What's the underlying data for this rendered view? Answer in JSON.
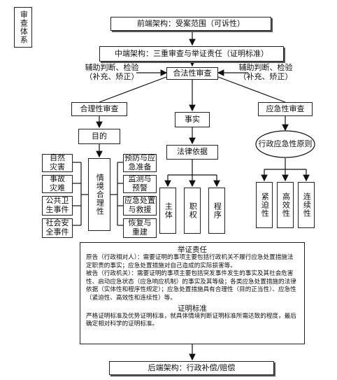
{
  "side_label": "审查体系",
  "front": "前端架构：受案范围（可诉性）",
  "middle": "中端架构：三重审查与举证责任（证明标准）",
  "aux_left": "辅助判断、检验\n（补充、矫正）",
  "aux_right": "辅助判断、检验\n（补充、矫正）",
  "legality": "合法性审查",
  "rationality": "合理性审查",
  "emergency_review": "应急性审查",
  "purpose": "目的",
  "situation": "情境合理性",
  "left_items": [
    "自然\n灾害",
    "事故\n灾难",
    "公共卫\n生事件",
    "社会安\n全事件"
  ],
  "right_items": [
    "预防与应\n急准备",
    "监测与\n预警",
    "应急处置\n与救援",
    "恢复与\n重建"
  ],
  "fact": "事实",
  "legal_basis": "法律依据",
  "legal_items": [
    "主体",
    "职权",
    "程序"
  ],
  "principle": "行政应急性原则",
  "principle_items": [
    "紧迫性",
    "高效性",
    "连续性"
  ],
  "burden": {
    "title": "举证责任",
    "plaintiff": "原告（行政相对人）：需要证明的事项主要包括行政机关不履行应急处置措施法定职责的事实；应急处置措施对自己造成的实际损害等。",
    "defendant": "被告（行政机关）：需要证明的事项主要包括突发事件发生的事实及其社会危害性、启动应急状态（应急响应机制）的事实及其等级；各类应急处置措施的法律依据（实体性和程序性规定）；应急处置措施具有合理性（目的正当性）、应急性（紧迫性、高效性和连续性）等。",
    "std_title": "证明标准",
    "std": "严格证明标准及优势证明标准，就具体情境判断证明标准所需达致的程度，最后确定相对科学的证明标准。"
  },
  "back": "后端架构：行政补偿/赔偿"
}
